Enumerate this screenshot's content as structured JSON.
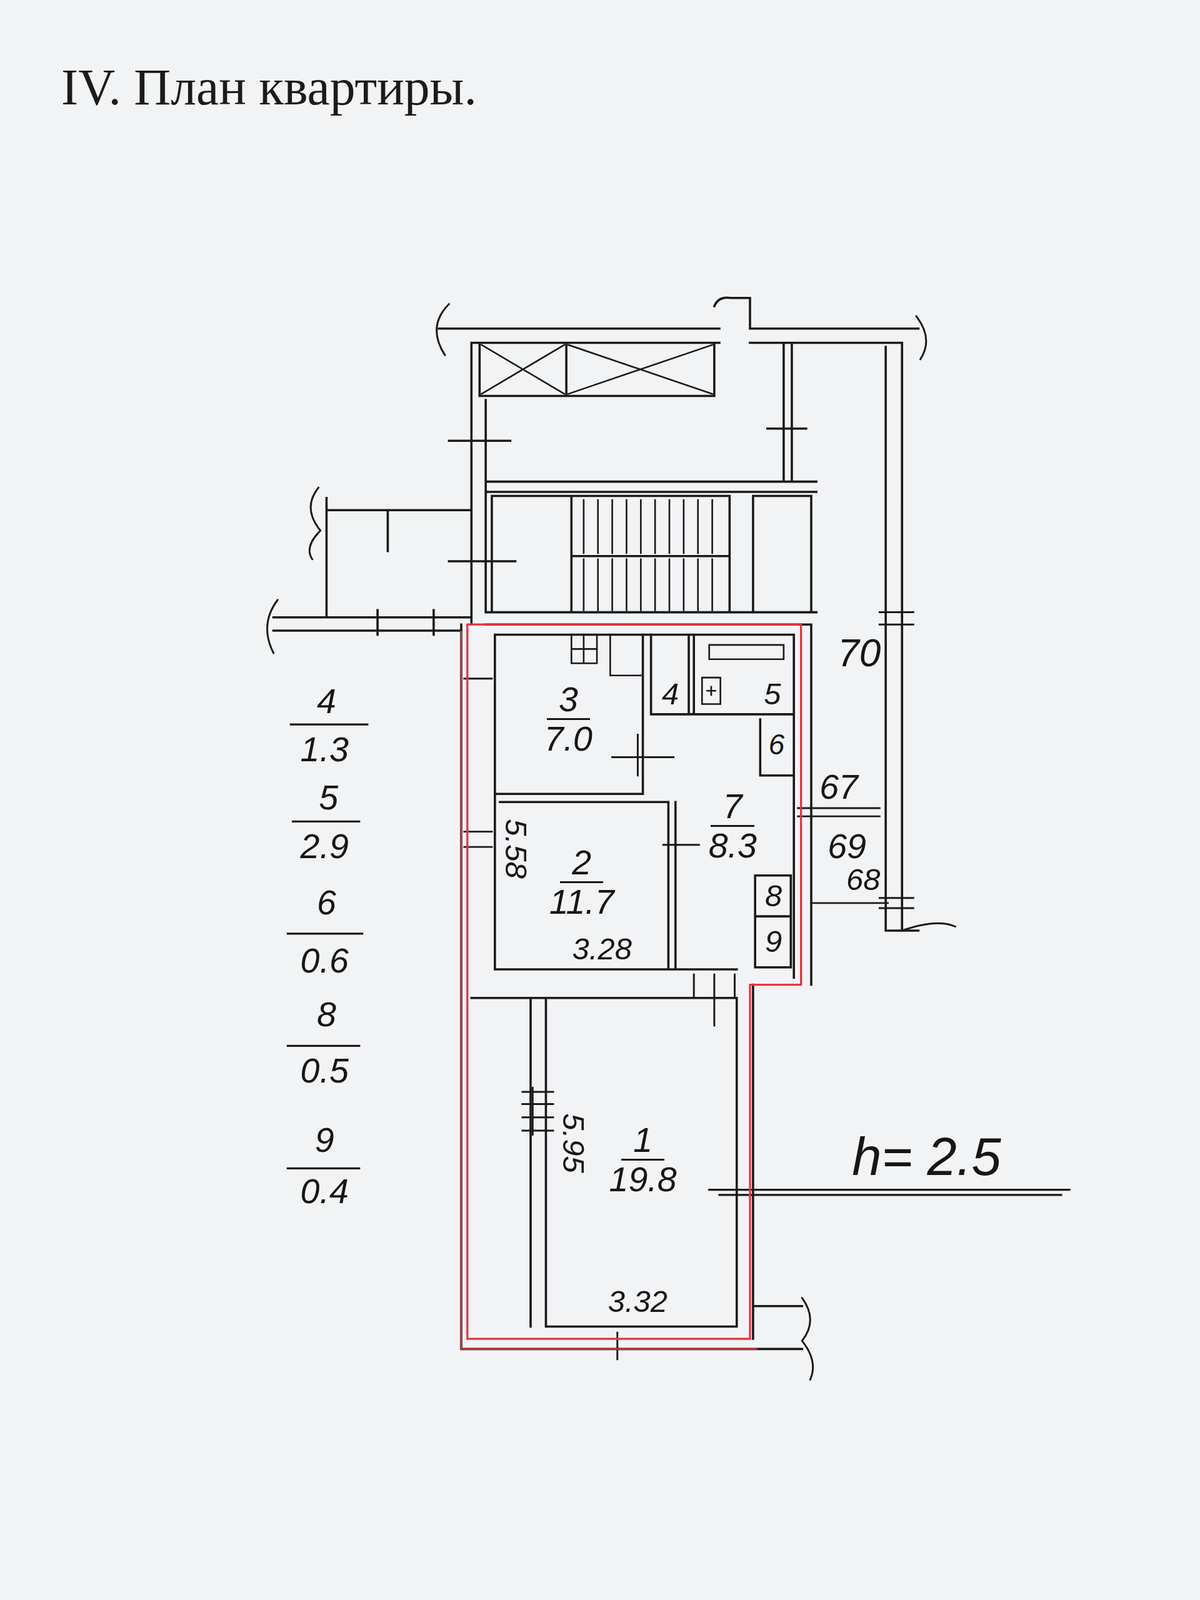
{
  "diagram": {
    "title": "IV. План квартиры.",
    "nodes": [
      {
        "text": [
          "3",
          "7.0"
        ]
      },
      {
        "text": [
          "4"
        ]
      },
      {
        "text": [
          "5"
        ]
      },
      {
        "text": [
          "6"
        ]
      },
      {
        "text": [
          "7",
          "8.3"
        ]
      },
      {
        "text": [
          "2",
          "11.7"
        ]
      },
      {
        "text": [
          "8"
        ]
      },
      {
        "text": [
          "9"
        ]
      },
      {
        "text": [
          "1",
          "19.8"
        ]
      }
    ],
    "labels": [
      "70",
      "67",
      "69",
      "68",
      "5.58",
      "3.28",
      "5.95",
      "3.32",
      "h= 2.5",
      "4",
      "1.3",
      "5",
      "2.9",
      "6",
      "0.6",
      "8",
      "0.5",
      "9",
      "0.4"
    ]
  }
}
